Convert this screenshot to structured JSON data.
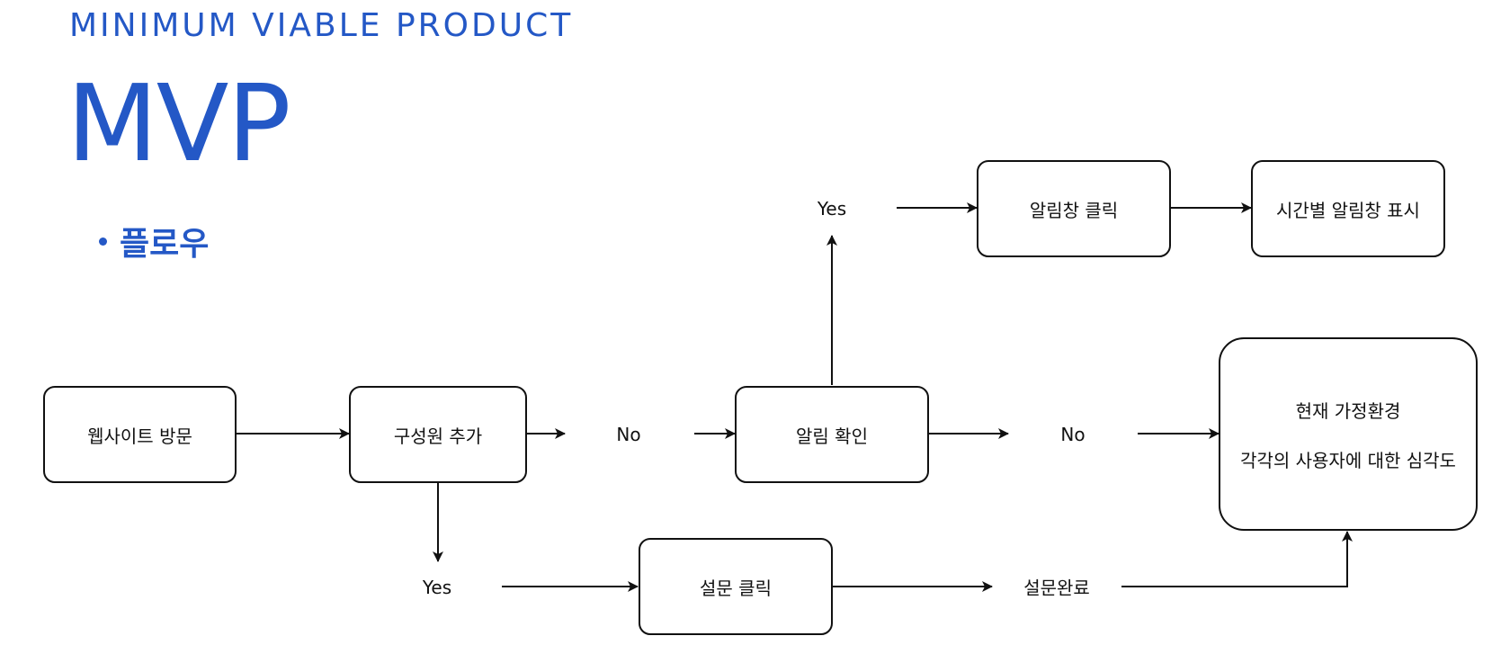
{
  "header": {
    "subtitle": "MINIMUM VIABLE PRODUCT",
    "title": "MVP",
    "bullet": "플로우"
  },
  "flow": {
    "nodes": {
      "visit": "웹사이트 방문",
      "add_member": "구성원 추가",
      "check_alarm": "알림 확인",
      "click_alarm": "알림창 클릭",
      "show_alarm": "시간별 알림창 표시",
      "survey_click": "설문 클릭",
      "result_line1": "현재 가정환경",
      "result_line2": "각각의 사용자에 대한 심각도"
    },
    "labels": {
      "no_1": "No",
      "no_2": "No",
      "yes_top": "Yes",
      "yes_bottom": "Yes",
      "survey_done": "설문완료"
    }
  },
  "colors": {
    "accent": "#2458c6",
    "stroke": "#111111"
  }
}
